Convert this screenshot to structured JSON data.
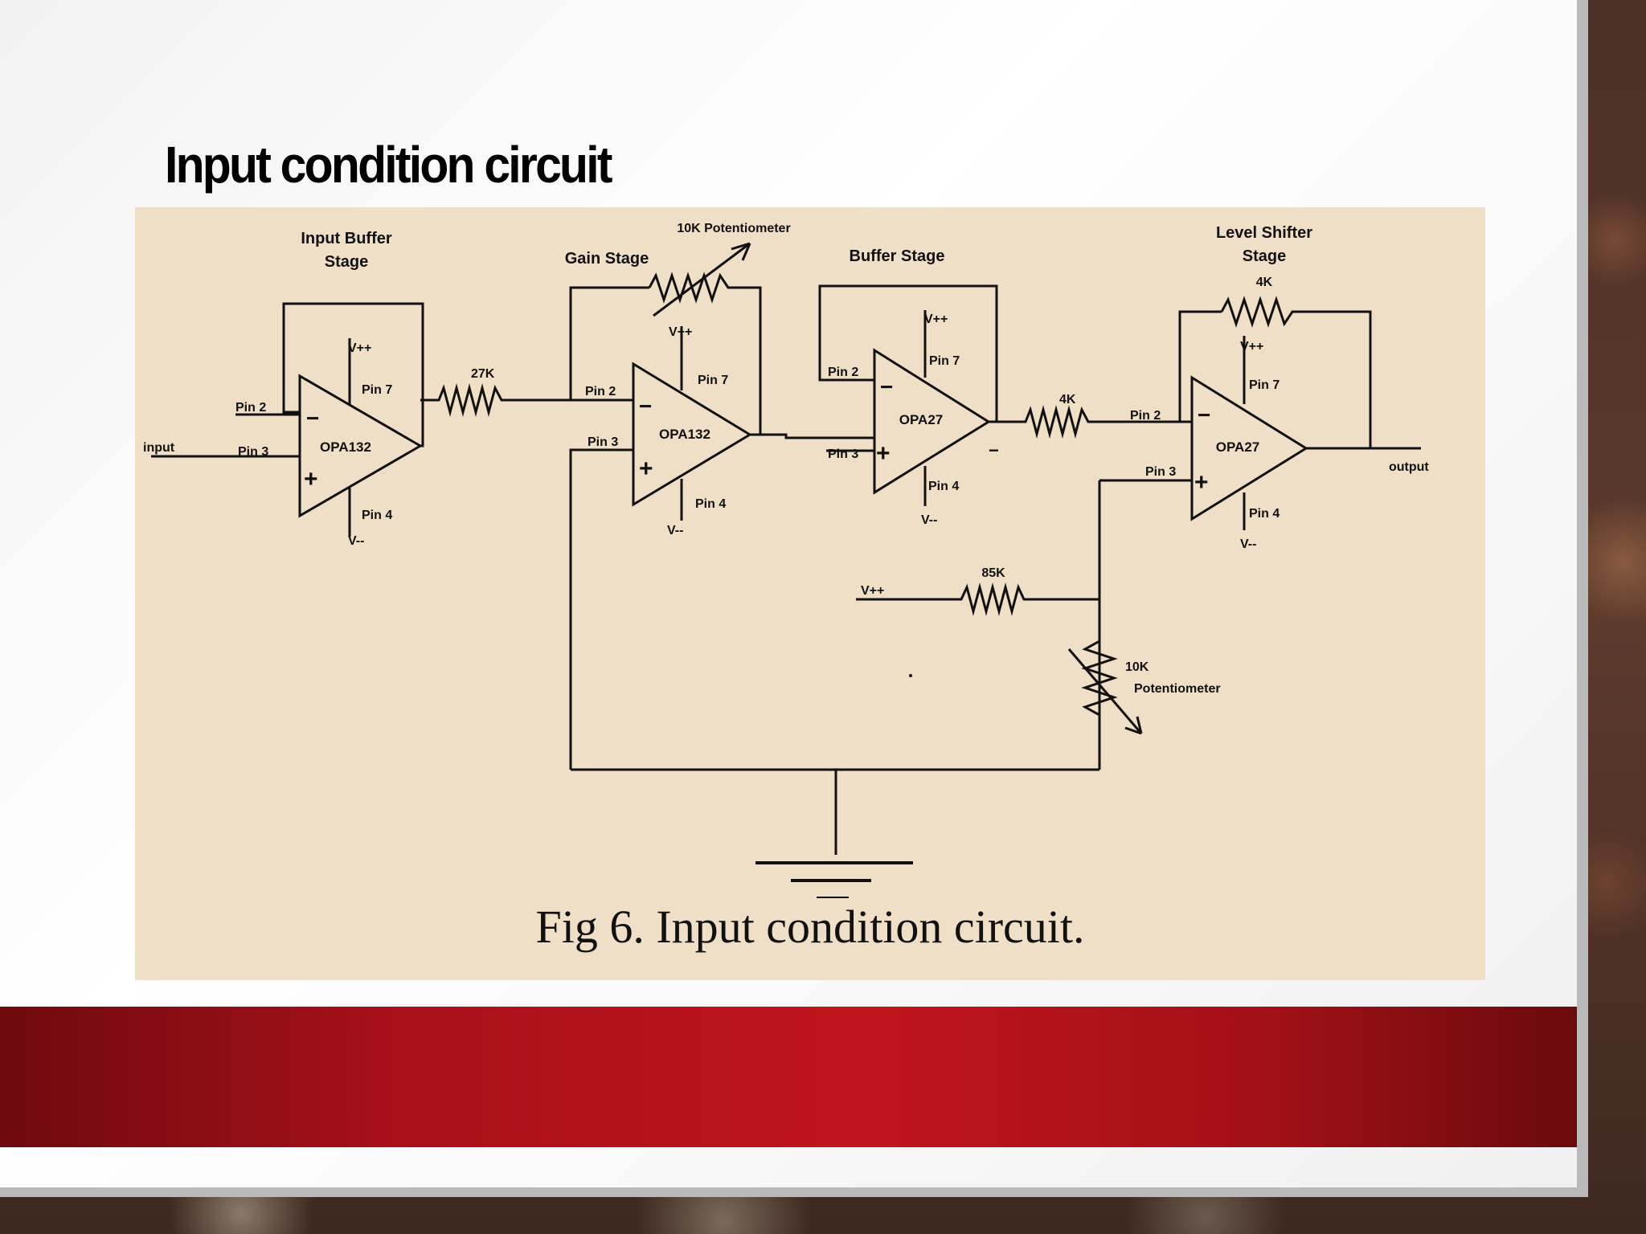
{
  "slide": {
    "title": "Input condition circuit",
    "colors": {
      "band": "#c0141c",
      "panel": "#efdfc6",
      "background": "#ffffff"
    }
  },
  "figure": {
    "caption": "Fig 6. Input condition circuit.",
    "labels": {
      "input_buffer_stage": [
        "Input Buffer",
        "Stage"
      ],
      "gain_stage": "Gain Stage",
      "buffer_stage": "Buffer Stage",
      "level_shifter_stage": [
        "Level Shifter",
        "Stage"
      ],
      "pot_top": "10K Potentiometer",
      "pot_bottom": [
        "10K",
        "Potentiometer"
      ],
      "input": "input",
      "output": "output"
    },
    "opamps": [
      {
        "name": "OPA132",
        "vplus": "V++",
        "vminus": "V--",
        "pin_top": "Pin 7",
        "pin_bottom": "Pin 4",
        "pin_in_neg": "Pin 2",
        "pin_in_pos": "Pin 3"
      },
      {
        "name": "OPA132",
        "vplus": "V++",
        "vminus": "V--",
        "pin_top": "Pin 7",
        "pin_bottom": "Pin 4",
        "pin_in_neg": "Pin 2",
        "pin_in_pos": "Pin 3"
      },
      {
        "name": "OPA27",
        "vplus": "V++",
        "vminus": "V--",
        "pin_top": "Pin 7",
        "pin_bottom": "Pin 4",
        "pin_in_neg": "Pin 2",
        "pin_in_pos": "Pin 3"
      },
      {
        "name": "OPA27",
        "vplus": "V++",
        "vminus": "V--",
        "pin_top": "Pin 7",
        "pin_bottom": "Pin 4",
        "pin_in_neg": "Pin 2",
        "pin_in_pos": "Pin 3"
      }
    ],
    "resistors": {
      "r_27k": "27K",
      "r_4k_in": "4K",
      "r_4k_fb": "4K",
      "r_85k": "85K",
      "vsupply": "V++"
    }
  }
}
